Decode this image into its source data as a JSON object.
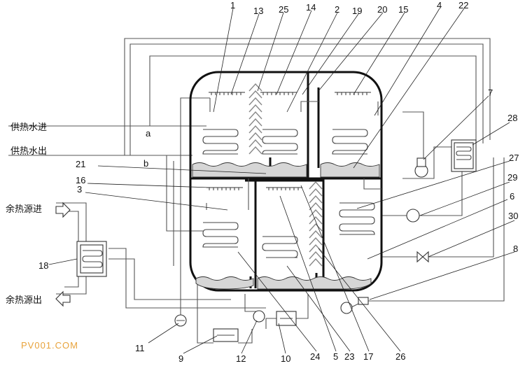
{
  "labels": {
    "supply_in": "供热水进",
    "supply_out": "供热水出",
    "waste_in": "余热源进",
    "waste_out": "余热源出",
    "point_a": "a",
    "point_b": "b"
  },
  "parts": {
    "p1": "1",
    "p13": "13",
    "p25": "25",
    "p14": "14",
    "p2": "2",
    "p19": "19",
    "p20": "20",
    "p15": "15",
    "p4": "4",
    "p22": "22",
    "p7": "7",
    "p28": "28",
    "p27": "27",
    "p29": "29",
    "p6": "6",
    "p30": "30",
    "p8": "8",
    "p21": "21",
    "p16": "16",
    "p3": "3",
    "p18": "18",
    "p11": "11",
    "p9": "9",
    "p12": "12",
    "p10": "10",
    "p24": "24",
    "p5": "5",
    "p23": "23",
    "p17": "17",
    "p26": "26"
  },
  "watermark": "PV001.COM"
}
